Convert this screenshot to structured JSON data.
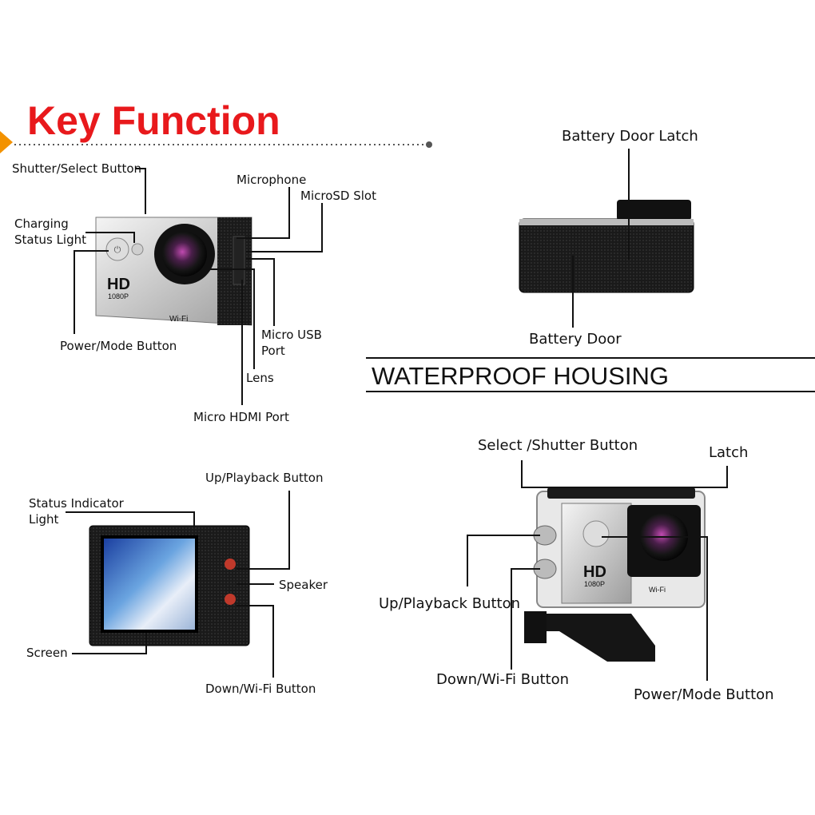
{
  "title": "Key Function",
  "title_color": "#e8191c",
  "accent_color": "#f39200",
  "section_heading": "WATERPROOF HOUSING",
  "camera_front": {
    "hd_badge": "HD",
    "resolution_badge": "1080P",
    "wifi_badge": "Wi-Fi",
    "labels": {
      "shutter": "Shutter/Select Button",
      "charging_1": "Charging",
      "charging_2": "Status Light",
      "microphone": "Microphone",
      "microsd": "MicroSD Slot",
      "power": "Power/Mode Button",
      "usb_1": "Micro USB",
      "usb_2": "Port",
      "lens": "Lens",
      "hdmi": "Micro HDMI Port"
    }
  },
  "camera_top": {
    "labels": {
      "latch": "Battery Door Latch",
      "door": "Battery Door"
    }
  },
  "camera_back": {
    "labels": {
      "up": "Up/Playback Button",
      "status_1": "Status Indicator",
      "status_2": "Light",
      "speaker": "Speaker",
      "screen": "Screen",
      "down": "Down/Wi-Fi Button"
    }
  },
  "housing": {
    "hd_badge": "HD",
    "resolution_badge": "1080P",
    "wifi_badge": "Wi-Fi",
    "labels": {
      "select": "Select /Shutter Button",
      "latch": "Latch",
      "up": "Up/Playback Button",
      "down": "Down/Wi-Fi Button",
      "power": "Power/Mode Button"
    }
  }
}
